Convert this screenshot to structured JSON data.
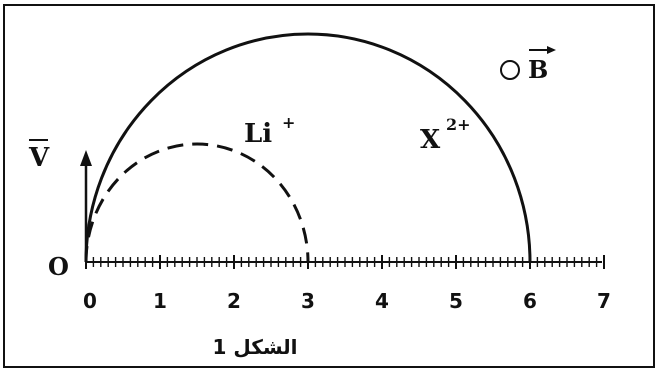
{
  "diagram": {
    "caption": "الشكل 1",
    "origin_label": "O",
    "velocity_label": "V",
    "field_label": "B",
    "ion_small": {
      "symbol": "Li",
      "charge": "+",
      "exit_point": 3
    },
    "ion_large": {
      "symbol": "X",
      "charge": "2+",
      "exit_point": 6
    },
    "axis": {
      "ticks": [
        "0",
        "1",
        "2",
        "3",
        "4",
        "5",
        "6",
        "7"
      ],
      "min": 0,
      "max": 7,
      "minor_per_unit": 10
    }
  }
}
